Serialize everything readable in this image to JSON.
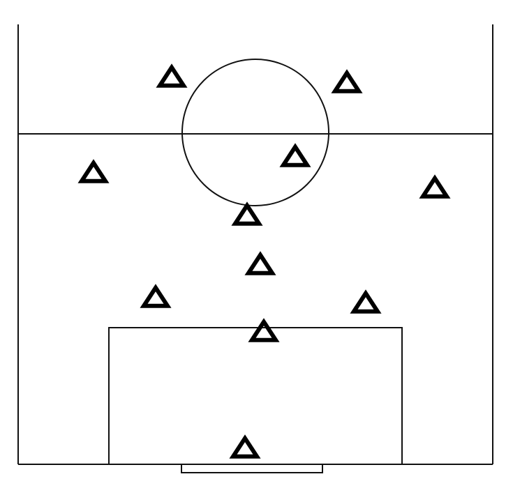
{
  "diagram": {
    "type": "football-formation",
    "line_color": "#111111",
    "marker_color": "#000000",
    "marker_shape": "triangle-outline",
    "players": [
      {
        "role": "goalkeeper"
      },
      {
        "role": "defender"
      },
      {
        "role": "defender"
      },
      {
        "role": "defender"
      },
      {
        "role": "defender"
      },
      {
        "role": "midfielder"
      },
      {
        "role": "midfielder"
      },
      {
        "role": "midfielder"
      },
      {
        "role": "forward"
      },
      {
        "role": "forward"
      },
      {
        "role": "forward"
      }
    ]
  }
}
